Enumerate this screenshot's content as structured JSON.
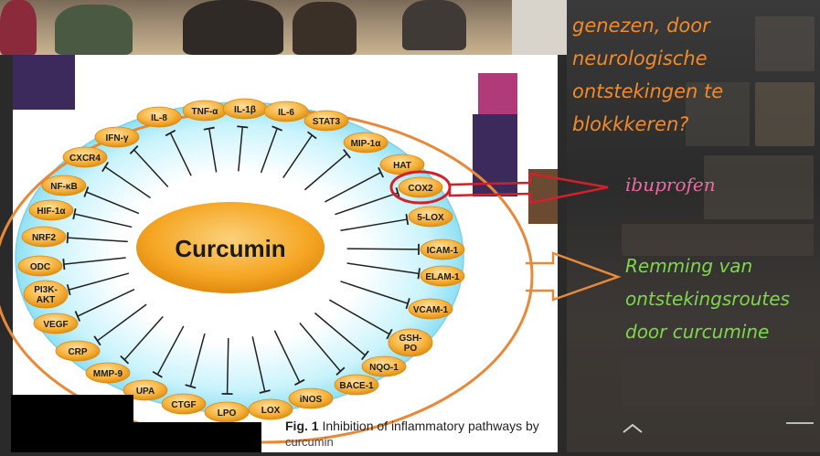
{
  "slide": {
    "center_label": "Curcumin",
    "caption_bold": "Fig. 1",
    "caption_text": " Inhibition of inflammatory pathways by",
    "caption_line2": "curcumin",
    "pathways": [
      "IL-8",
      "TNF-α",
      "IL-1β",
      "IL-6",
      "STAT3",
      "MIP-1α",
      "HAT",
      "COX2",
      "5-LOX",
      "ICAM-1",
      "ELAM-1",
      "VCAM-1",
      "GSH-PO",
      "NQO-1",
      "BACE-1",
      "iNOS",
      "LOX",
      "LPO",
      "CTGF",
      "UPA",
      "MMP-9",
      "CRP",
      "VEGF",
      "PI3K-AKT",
      "ODC",
      "NRF2",
      "HIF-1α",
      "NF-κB",
      "CXCR4",
      "IFN-γ"
    ]
  },
  "annotations": {
    "question_lines": [
      "genezen, door",
      "neurologische",
      "ontstekingen te",
      "blokkkeren?"
    ],
    "ibuprofen": "ibuprofen",
    "conclusion_lines": [
      "Remming van",
      "ontstekingsroutes",
      "door curcumine"
    ]
  },
  "colors": {
    "orange_text": "#f08a2c",
    "green_text": "#7fd64a",
    "pink_text": "#f06aa0",
    "node_fill": "#f5a623",
    "ring_fill": "#bff0fb",
    "highlight_red": "#d0202a"
  }
}
